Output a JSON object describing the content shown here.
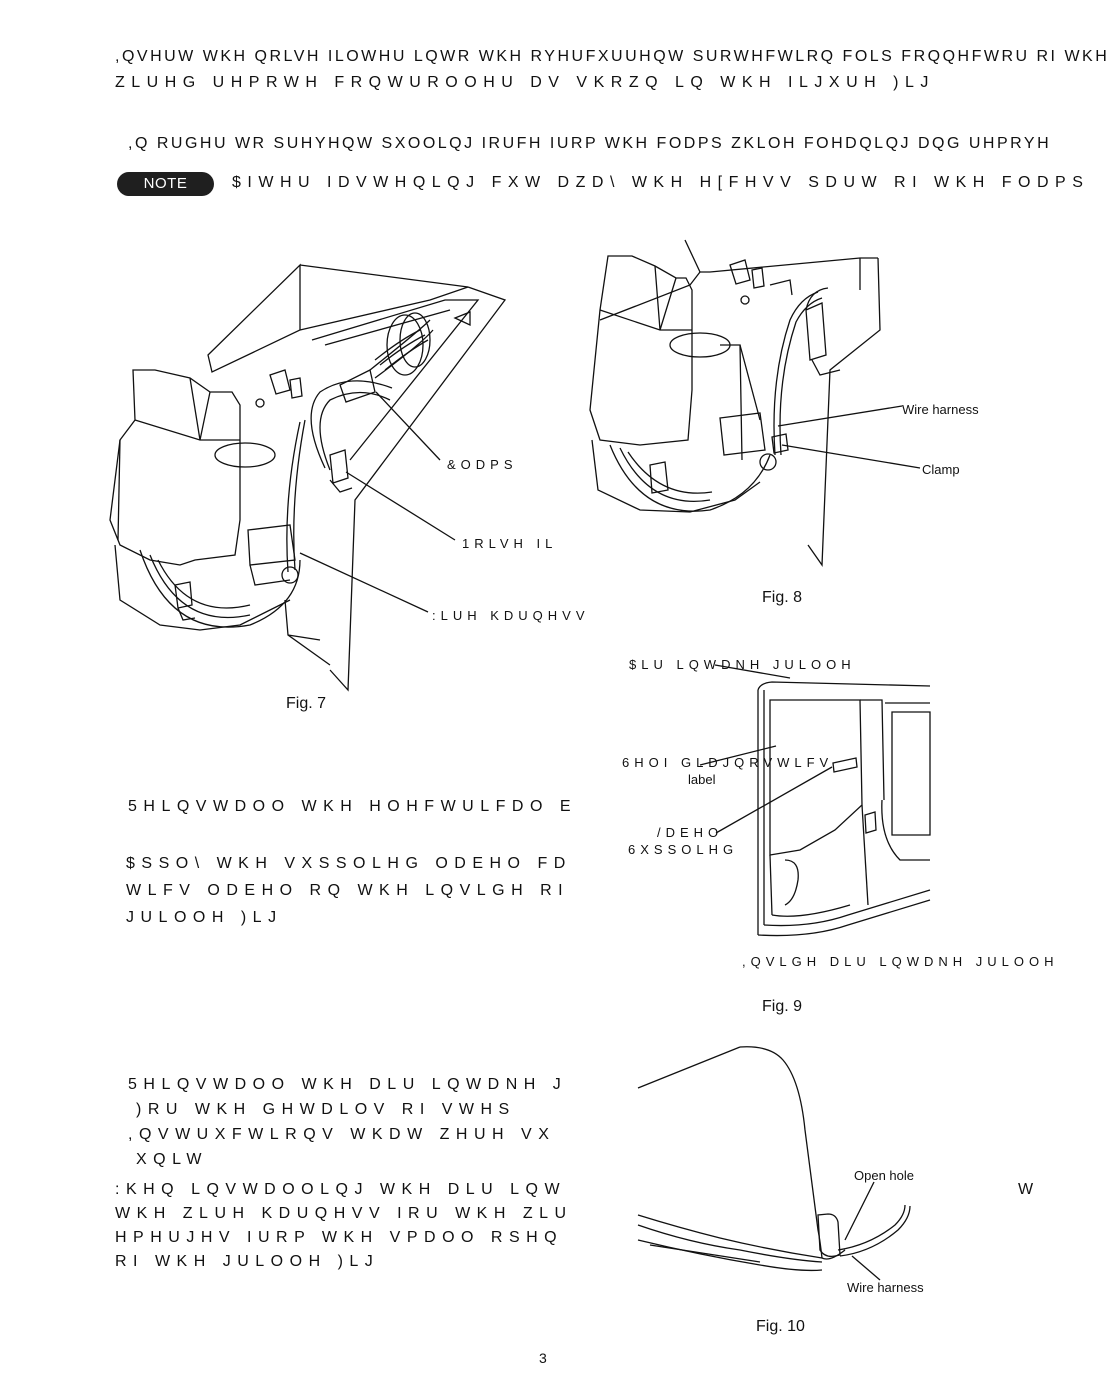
{
  "page": {
    "line1": ",QVHUW WKH QRLVH ILOWHU LQWR WKH RYHUFXUUHQW SURWHFWLRQ FOLS FRQQHFWRU RI WKH",
    "line2": "ZLUHG UHPRWH FRQWUROOHU DV VKRZQ LQ WKH ILJXUH )LJ",
    "line3": ",Q RUGHU WR SUHYHQW SXOOLQJ IRUFH IURP WKH FODPS ZKLOH FOHDQLQJ DQG UHPRYH",
    "note_badge": "NOTE",
    "note_text": "$IWHU IDVWHQLQJ FXW DZD\\ WKH H[FHVV SDUW RI WKH FODPS",
    "para2_line1": "5HLQVWDOO WKH HOHFWULFDO E",
    "para3_line1": "$SSO\\ WKH VXSSOLHG ODEHO FD",
    "para3_line2": "WLFV ODEHO RQ WKH LQVLGH RI",
    "para3_line3": "JULOOH )LJ",
    "para4_line1": "5HLQVWDOO WKH DLU LQWDNH J",
    "para4_line2": ")RU WKH GHWDLOV RI VWHS",
    "para4_line3": ",QVWUXFWLRQV WKDW ZHUH VX",
    "para4_line4": "XQLW",
    "para5_line1": ":KHQ LQVWDOOLQJ WKH DLU LQW",
    "para5_line2": "WKH ZLUH KDUQHVV IRU WKH ZLU",
    "para5_line3": "HPHUJHV IURP WKH VPDOO RSHQ",
    "para5_line4": "RI WKH JULOOH )LJ",
    "para5_right_w": "W",
    "page_number": "3"
  },
  "fig7": {
    "caption": "Fig. 7",
    "label_clamp": "&ODPS",
    "label_noise_filter": "1RLVH IL",
    "label_wire_harness": ":LUH KDUQHVV"
  },
  "fig8": {
    "caption": "Fig. 8",
    "label_wire_harness": "Wire harness",
    "label_clamp": "Clamp"
  },
  "fig9": {
    "caption": "Fig. 9",
    "label_air_intake_grille": "$LU LQWDNH JULOOH",
    "label_self_diagnostics": "6HOI GLDJQRVWLFV",
    "label_label_word": "label",
    "label_label": "/DEHO",
    "label_supplied": "6XSSOLHG",
    "label_inside_grille": ",QVLGH DLU LQWDNH JULOOH"
  },
  "fig10": {
    "caption": "Fig. 10",
    "label_open_hole": "Open hole",
    "label_wire_harness": "Wire harness"
  }
}
